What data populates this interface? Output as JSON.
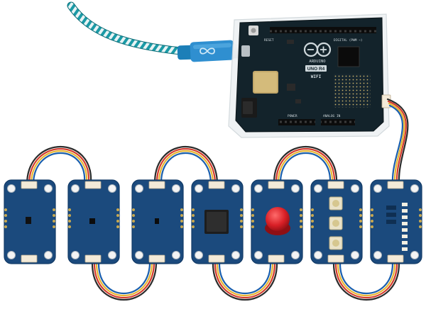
{
  "scene": {
    "board": {
      "model": "UNO R4",
      "variant": "WIFI",
      "silk_brand": "ARDUINO",
      "silk_reset": "RESET",
      "silk_digital": "DIGITAL (PWM ~)",
      "silk_power": "POWER",
      "silk_analog": "ANALOG IN"
    },
    "cable_connector": {
      "icon": "infinity-logo-icon"
    },
    "modules": [
      {
        "id": "module-1",
        "type": "sensor-small-chip"
      },
      {
        "id": "module-2",
        "type": "sensor-tiny-chip"
      },
      {
        "id": "module-3",
        "type": "sensor-tiny-chip"
      },
      {
        "id": "module-4",
        "type": "sensor-large-chip"
      },
      {
        "id": "module-5",
        "type": "button-red-cap"
      },
      {
        "id": "module-6",
        "type": "three-buttons"
      },
      {
        "id": "module-7",
        "type": "led-bar"
      }
    ],
    "colors": {
      "board": "#13232b",
      "module": "#1b4a7d",
      "module_edge": "#123a66",
      "cable_teal": "#1a9aa6",
      "usb_blue": "#2f8fd0",
      "button_red": "#d81f26",
      "wire_red": "#d33a2c",
      "wire_yellow": "#e6b532",
      "wire_black": "#2b2b2b"
    }
  }
}
